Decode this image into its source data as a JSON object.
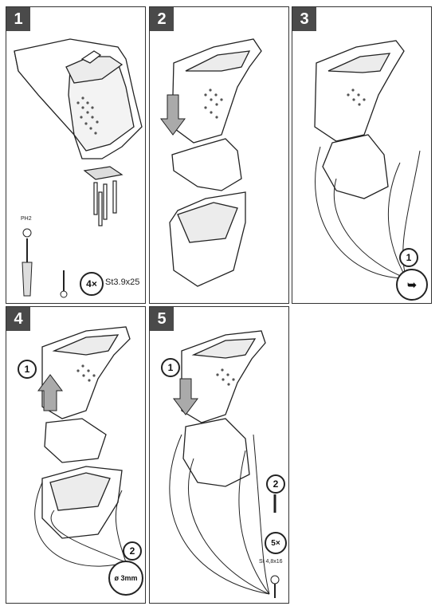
{
  "steps": [
    {
      "number": "1"
    },
    {
      "number": "2"
    },
    {
      "number": "3"
    },
    {
      "number": "4"
    },
    {
      "number": "5"
    }
  ],
  "step1": {
    "tool_label": "PH2",
    "screw_count": "4×",
    "screw_spec": "St3.9x25"
  },
  "step3": {
    "callout": "1"
  },
  "step4": {
    "callout_1": "1",
    "callout_2": "2",
    "drill_label": "ø 3mm"
  },
  "step5": {
    "callout_1": "1",
    "callout_2": "2",
    "screw_count": "5×",
    "screw_spec": "St 4,8x16"
  }
}
